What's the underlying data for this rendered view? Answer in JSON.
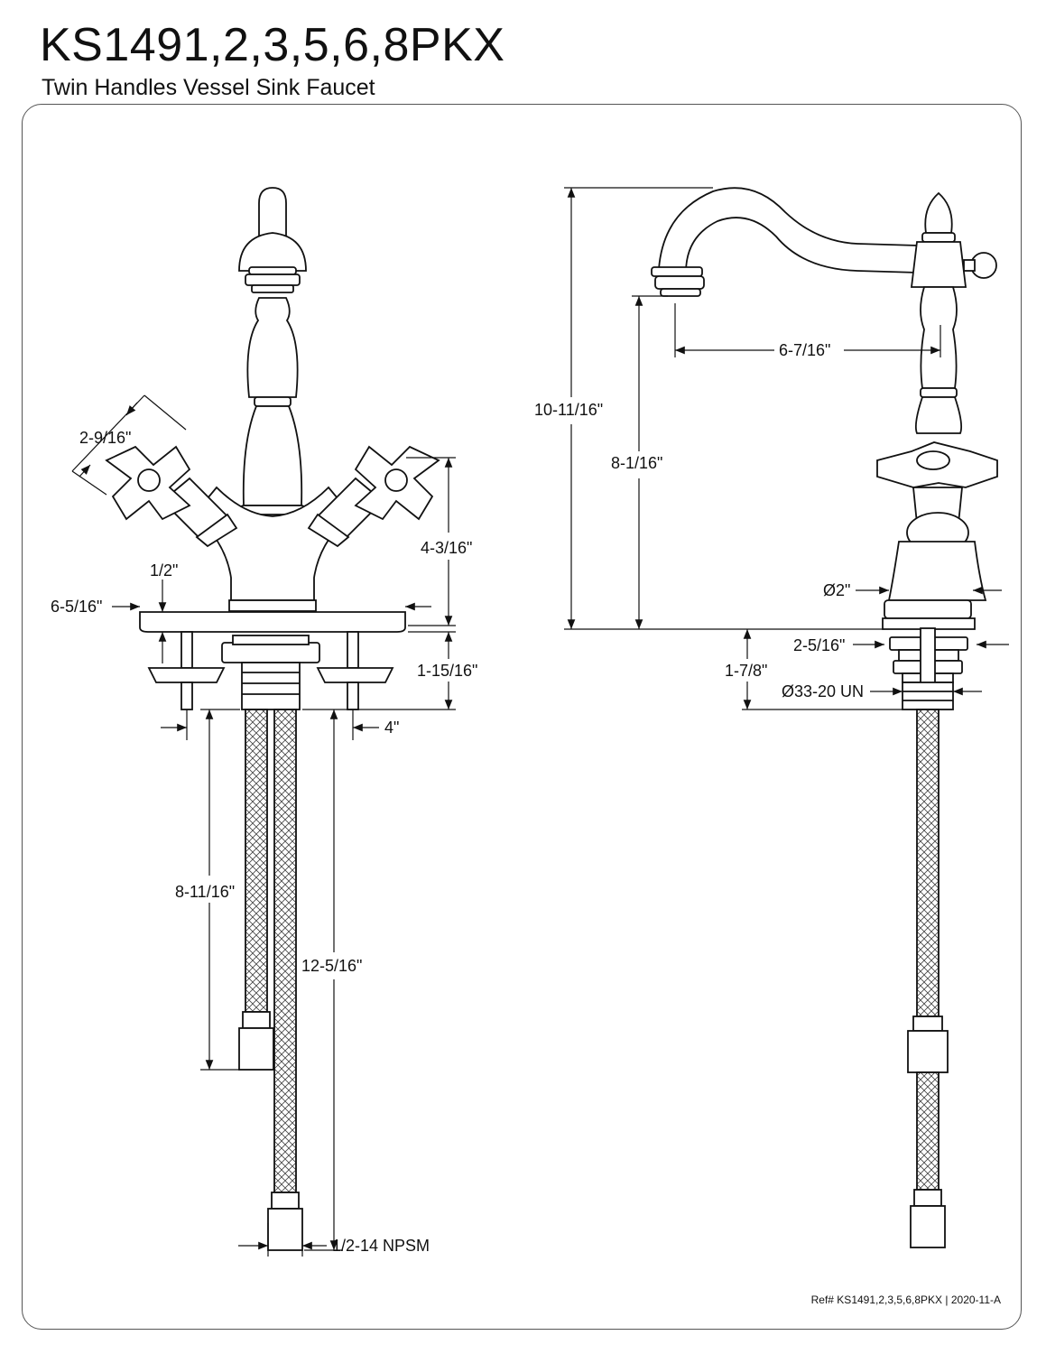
{
  "header": {
    "title": "KS1491,2,3,5,6,8PKX",
    "subtitle": "Twin Handles Vessel Sink Faucet"
  },
  "front_view": {
    "dim_handle_width": "2-9/16\"",
    "dim_handle_height": "4-3/16\"",
    "dim_plate_thickness": "1/2\"",
    "dim_plate_width": "6-5/16\"",
    "dim_shank_length": "1-15/16\"",
    "dim_center_spread": "4\"",
    "dim_hose_short": "8-11/16\"",
    "dim_hose_long": "12-5/16\"",
    "dim_connector": "1/2-14 NPSM"
  },
  "side_view": {
    "dim_overall_height": "10-11/16\"",
    "dim_spout_height": "8-1/16\"",
    "dim_spout_reach": "6-7/16\"",
    "dim_base_diameter": "Ø2\"",
    "dim_mount_width": "2-5/16\"",
    "dim_shank_length": "1-7/8\"",
    "dim_thread": "Ø33-20 UN"
  },
  "footer": {
    "ref": "Ref# KS1491,2,3,5,6,8PKX | 2020-11-A"
  }
}
